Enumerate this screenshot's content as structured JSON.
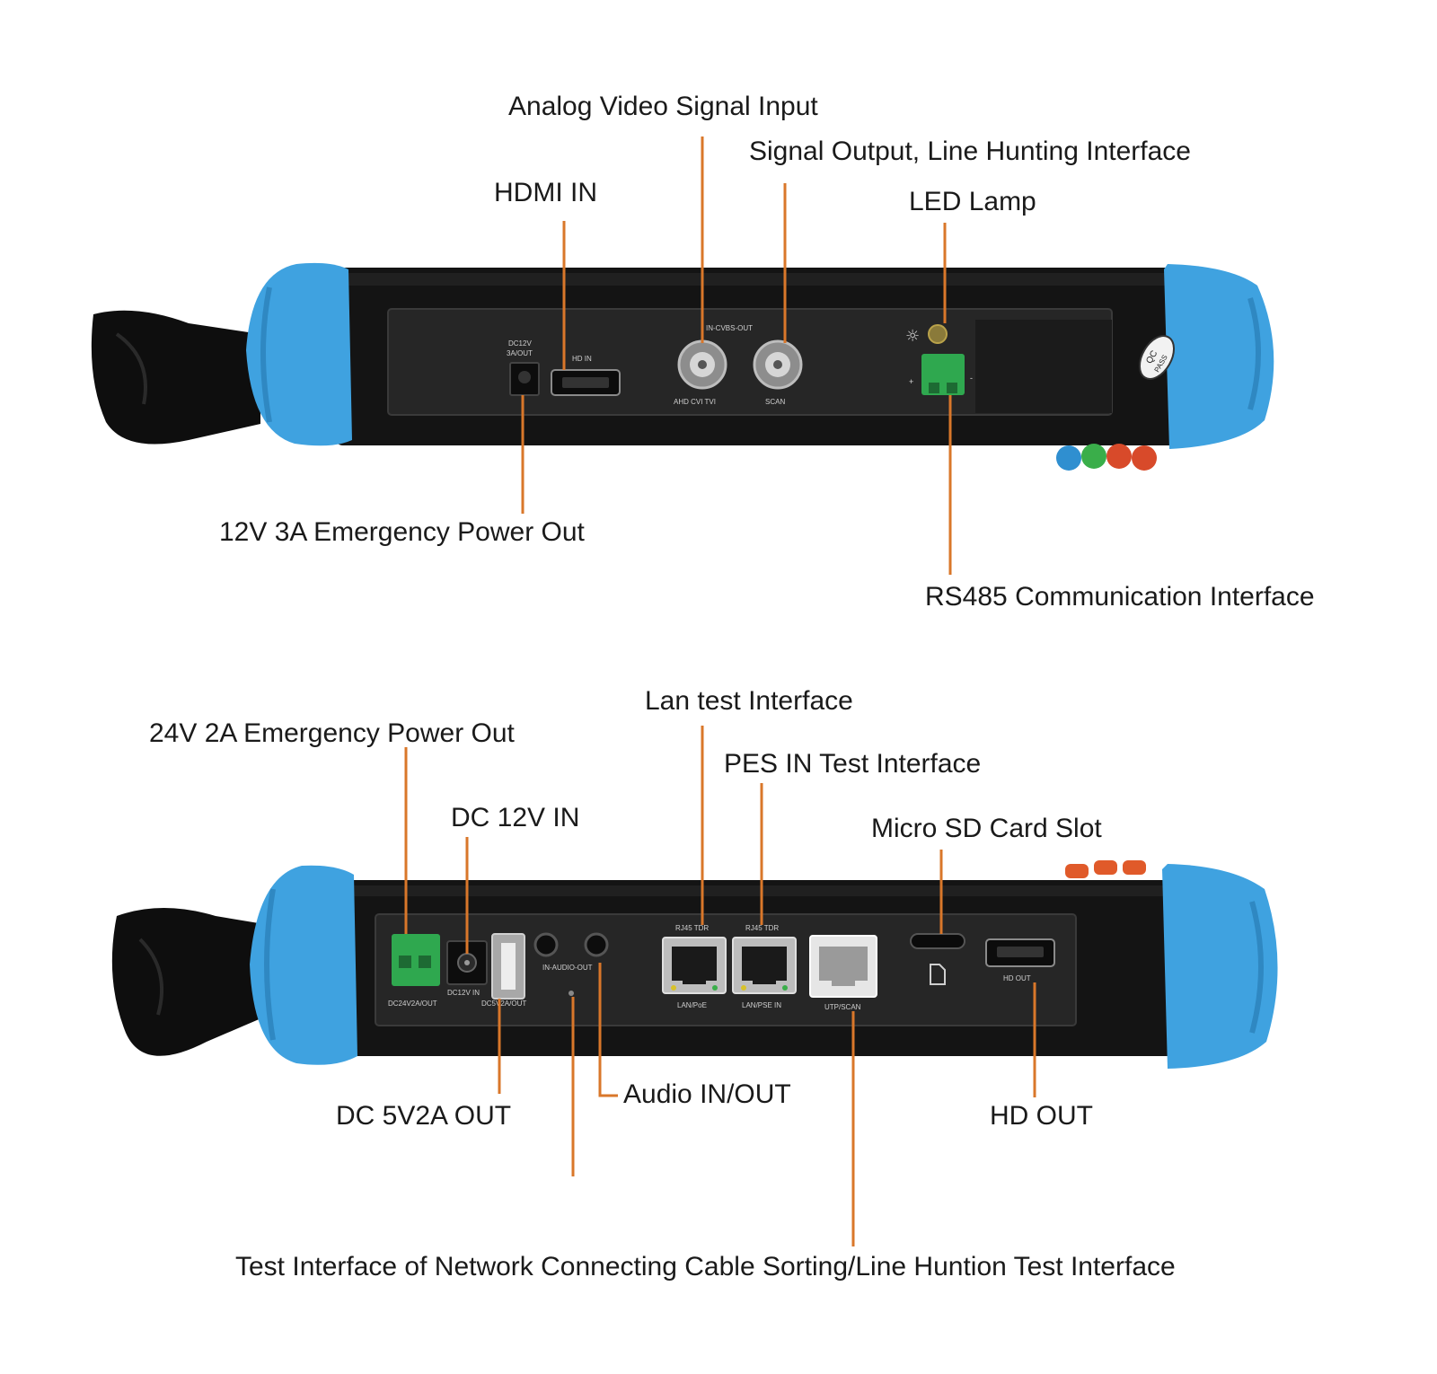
{
  "colors": {
    "leader": "#d9772a",
    "bumper": "#3fa2e0",
    "body": "#141414",
    "panel": "#262626",
    "terminal": "#2fa84f",
    "strap": "#0e0e0e"
  },
  "top_device": {
    "labels": {
      "analog_video_signal_input": "Analog Video Signal Input",
      "signal_output_line_hunting": "Signal Output, Line Hunting Interface",
      "hdmi_in": "HDMI IN",
      "led_lamp": "LED Lamp",
      "power_out_12v": "12V 3A Emergency Power Out",
      "rs485": "RS485 Communication Interface"
    },
    "markings": {
      "dc12v": "DC12V",
      "out3a": "3A/OUT",
      "hd_in": "HD IN",
      "in_cvbs_out": "IN-CVBS-OUT",
      "ahd_cvi_tvi": "AHD CVI TVI",
      "scan": "SCAN",
      "plus": "+",
      "minus": "-",
      "qc": "QC",
      "pass": "PASS"
    }
  },
  "bottom_device": {
    "labels": {
      "lan_test": "Lan test Interface",
      "power_out_24v": "24V 2A Emergency Power Out",
      "pes_in_test": "PES IN Test Interface",
      "dc_12v_in": "DC 12V IN",
      "micro_sd": "Micro SD Card Slot",
      "dc_5v2a_out": "DC 5V2A OUT",
      "audio_in_out": "Audio IN/OUT",
      "hd_out": "HD OUT",
      "cable_sorting": "Test Interface of Network Connecting Cable Sorting/Line Huntion Test Interface"
    },
    "markings": {
      "dc24v2a_out": "DC24V2A/OUT",
      "dc12v_in": "DC12V IN",
      "dc5v2a_out": "DC5V2A/OUT",
      "in_audio_out": "IN-AUDIO-OUT",
      "rj45_tdr_1": "RJ45 TDR",
      "rj45_tdr_2": "RJ45 TDR",
      "lan_poe": "LAN/PoE",
      "lan_pse_in": "LAN/PSE IN",
      "utp_scan": "UTP/SCAN",
      "hd_out": "HD OUT"
    }
  }
}
